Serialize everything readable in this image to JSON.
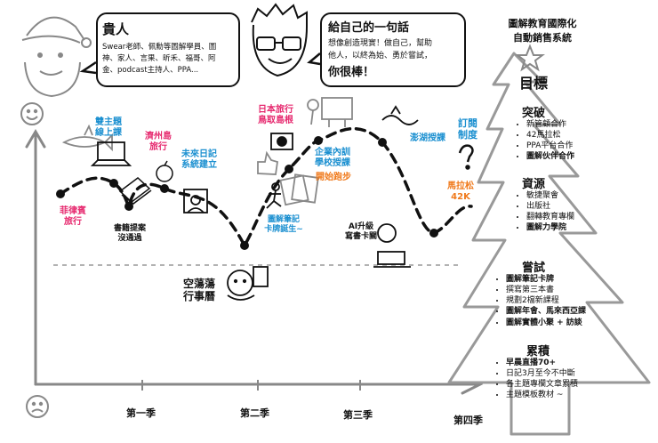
{
  "title": {
    "line1": "圖解教育國際化",
    "line2": "自動銷售系統"
  },
  "guide": {
    "heading": "貴人",
    "text_l1": "Swear老師、佩勳等圖解學員、圖",
    "text_l2": "神、家人、言果、昕禾、福哥、阿",
    "text_l3": "金、podcast主持人、PPA..."
  },
  "self_message": {
    "heading": "給自己的一句話",
    "l1": "想像創造現實！做自己，幫助",
    "l2": "他人，以終為始、勇於嘗試，",
    "l3": "你很棒！"
  },
  "quarters": [
    "第一季",
    "第二季",
    "第三季",
    "第四季"
  ],
  "milestones": {
    "m1": "菲律賓\n旅行",
    "m2": "雙主題\n線上課",
    "m3": "書籍提案\n沒通過",
    "m4": "濟州島\n旅行",
    "m5": "未來日記\n系統建立",
    "m6": "空蕩蕩\n行事曆",
    "m7": "日本旅行\n鳥取島根",
    "m8": "圖解筆記\n卡牌誕生~",
    "m9": "企業內訓\n學校授課",
    "m10": "開始跑步",
    "m11": "AI升級\n寫書卡關",
    "m12": "澎湖授課",
    "m13": "訂閱\n制度",
    "m14": "馬拉松\n42K"
  },
  "tree": {
    "goal": "目標",
    "breakthrough": {
      "heading": "突破",
      "items": [
        "新管顧合作",
        "42馬拉松",
        "PPA平台合作",
        "圖解伙伴合作"
      ]
    },
    "resources": {
      "heading": "資源",
      "items": [
        "敏捷聚會",
        "出版社",
        "翻轉教育專欄",
        "圖解力學院"
      ]
    },
    "attempts": {
      "heading": "嘗試",
      "items": [
        "圖解筆記卡牌",
        "撰寫第三本書",
        "規劃2檔新課程",
        "圖解年會、馬來西亞課",
        "圖解實體小聚 + 訪談"
      ]
    },
    "accumulate": {
      "heading": "累積",
      "items": [
        "早晨直播70+",
        "日記3月至今不中斷",
        "各主題專欄文章累積",
        "主題模板教材 ~"
      ]
    }
  },
  "colors": {
    "pink": "#e6286e",
    "blue": "#1a8fd0",
    "orange": "#f07a1c",
    "ink": "#111111"
  }
}
